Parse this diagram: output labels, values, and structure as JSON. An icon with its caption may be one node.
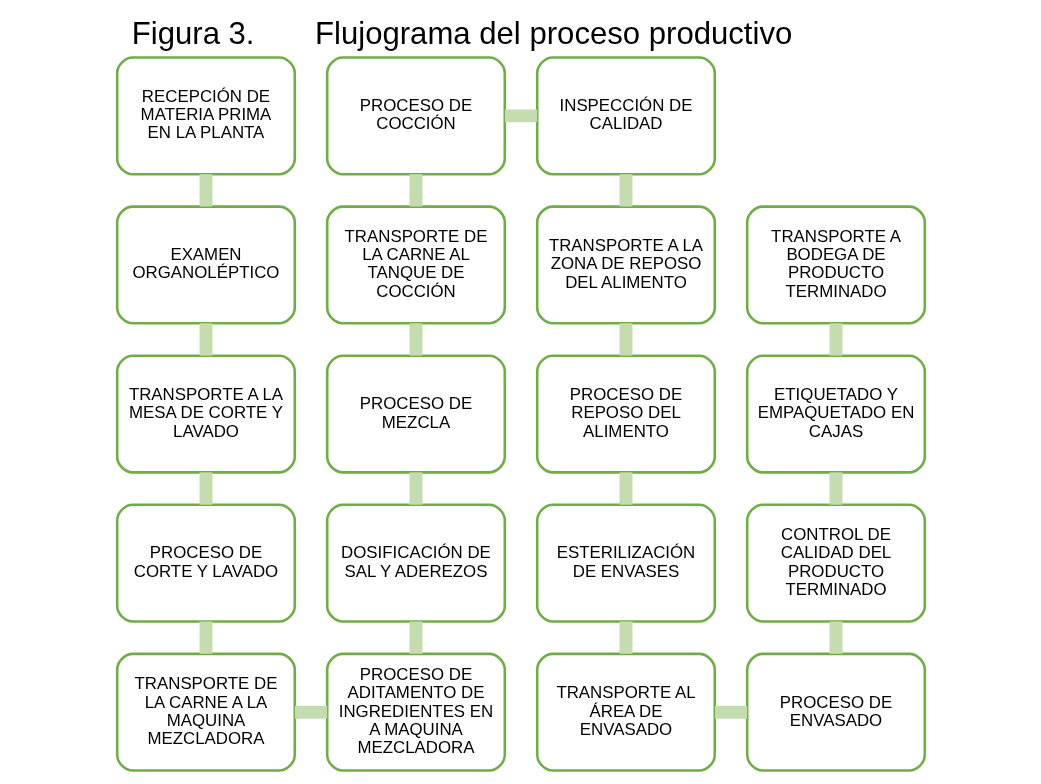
{
  "diagram": {
    "title": "Figura 3.       Flujograma del proceso productivo",
    "nodes": [
      {
        "text": [
          "RECEPCIÓN DE MATERIA PRIMA EN LA PLANTA"
        ]
      },
      {
        "text": [
          "EXAMEN ORGANOLÉPTICO"
        ]
      },
      {
        "text": [
          "TRANSPORTE A LA MESA DE CORTE Y LAVADO"
        ]
      },
      {
        "text": [
          "PROCESO DE CORTE Y LAVADO"
        ]
      },
      {
        "text": [
          "TRANSPORTE DE LA CARNE A LA MAQUINA MEZCLADORA"
        ]
      },
      {
        "text": [
          "PROCESO DE ADITAMENTO DE INGREDIENTES EN A MAQUINA MEZCLADORA"
        ]
      },
      {
        "text": [
          "DOSIFICACIÓN DE SAL Y ADEREZOS"
        ]
      },
      {
        "text": [
          "PROCESO DE MEZCLA"
        ]
      },
      {
        "text": [
          "TRANSPORTE DE LA CARNE AL TANQUE DE COCCIÓN"
        ]
      },
      {
        "text": [
          "PROCESO DE COCCIÓN"
        ]
      },
      {
        "text": [
          "INSPECCIÓN DE CALIDAD"
        ]
      },
      {
        "text": [
          "TRANSPORTE A LA ZONA DE REPOSO DEL ALIMENTO"
        ]
      },
      {
        "text": [
          "PROCESO DE REPOSO DEL ALIMENTO"
        ]
      },
      {
        "text": [
          "ESTERILIZACIÓN DE ENVASES"
        ]
      },
      {
        "text": [
          "TRANSPORTE AL ÁREA DE ENVASADO"
        ]
      },
      {
        "text": [
          "PROCESO DE ENVASADO"
        ]
      },
      {
        "text": [
          "CONTROL DE CALIDAD DEL PRODUCTO TERMINADO"
        ]
      },
      {
        "text": [
          "ETIQUETADO Y EMPAQUETADO EN CAJAS"
        ]
      },
      {
        "text": [
          "TRANSPORTE A BODEGA DE PRODUCTO TERMINADO"
        ]
      }
    ],
    "edges": [
      {
        "from": 0,
        "to": 1,
        "arrow": "none"
      },
      {
        "from": 1,
        "to": 2,
        "arrow": "none"
      },
      {
        "from": 2,
        "to": 3,
        "arrow": "none"
      },
      {
        "from": 3,
        "to": 4,
        "arrow": "none"
      },
      {
        "from": 4,
        "to": 5,
        "arrow": "none"
      },
      {
        "from": 5,
        "to": 6,
        "arrow": "none"
      },
      {
        "from": 6,
        "to": 7,
        "arrow": "none"
      },
      {
        "from": 7,
        "to": 8,
        "arrow": "none"
      },
      {
        "from": 8,
        "to": 9,
        "arrow": "none"
      },
      {
        "from": 9,
        "to": 10,
        "arrow": "none"
      },
      {
        "from": 10,
        "to": 11,
        "arrow": "none"
      },
      {
        "from": 11,
        "to": 12,
        "arrow": "none"
      },
      {
        "from": 12,
        "to": 13,
        "arrow": "none"
      },
      {
        "from": 13,
        "to": 14,
        "arrow": "none"
      },
      {
        "from": 14,
        "to": 15,
        "arrow": "none"
      },
      {
        "from": 15,
        "to": 16,
        "arrow": "none"
      },
      {
        "from": 16,
        "to": 17,
        "arrow": "none"
      },
      {
        "from": 17,
        "to": 18,
        "arrow": "none"
      }
    ]
  }
}
